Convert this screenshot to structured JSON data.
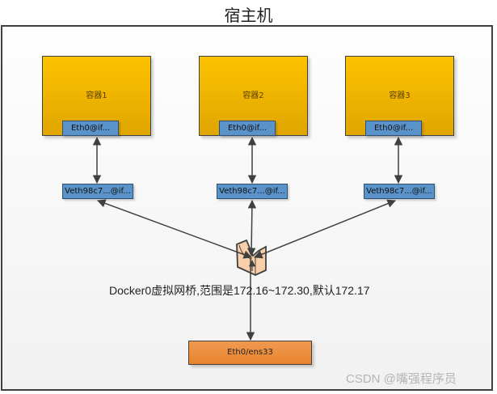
{
  "title": "宿主机",
  "containers": [
    {
      "label": "容器1",
      "eth": "Eth0@if...",
      "veth": "Veth98c7...@if..."
    },
    {
      "label": "容器2",
      "eth": "Eth0@if...",
      "veth": "Veth98c7...@if..."
    },
    {
      "label": "容器3",
      "eth": "Eth0@if...",
      "veth": "Veth98c7...@if..."
    }
  ],
  "bridge": {
    "icon": "bridge-icon",
    "label": "Docker0虚拟网桥,范围是172.16~172.30,默认172.17"
  },
  "host_nic": {
    "label": "Eth0/ens33"
  },
  "watermark": "CSDN @嘴强程序员",
  "colors": {
    "container_fill": "#fdc300",
    "interface_fill": "#5a93c9",
    "nic_fill": "#ec8b3a",
    "bridge_fill": "#f8cfa8",
    "line": "#404040"
  }
}
